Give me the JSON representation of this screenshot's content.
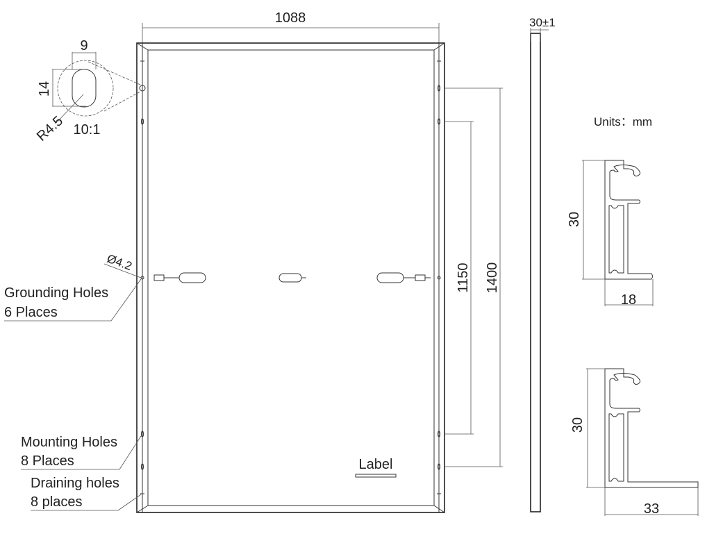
{
  "dimensions": {
    "width": "1088",
    "thickness": "30±1",
    "hole_spacing_inner": "1150",
    "hole_spacing_outer": "1400",
    "slot_width": "9",
    "slot_height": "14",
    "slot_radius": "R4.5",
    "detail_scale": "10:1",
    "grounding_diameter": "Ø4.2"
  },
  "units_label": "Units：mm",
  "callouts": {
    "grounding_line1": "Grounding Holes",
    "grounding_line2": "6 Places",
    "mounting_line1": "Mounting Holes",
    "mounting_line2": "8 Places",
    "draining_line1": "Draining holes",
    "draining_line2": "8 places",
    "label": "Label"
  },
  "profiles": [
    {
      "height": "30",
      "width": "18"
    },
    {
      "height": "30",
      "width": "33"
    }
  ]
}
